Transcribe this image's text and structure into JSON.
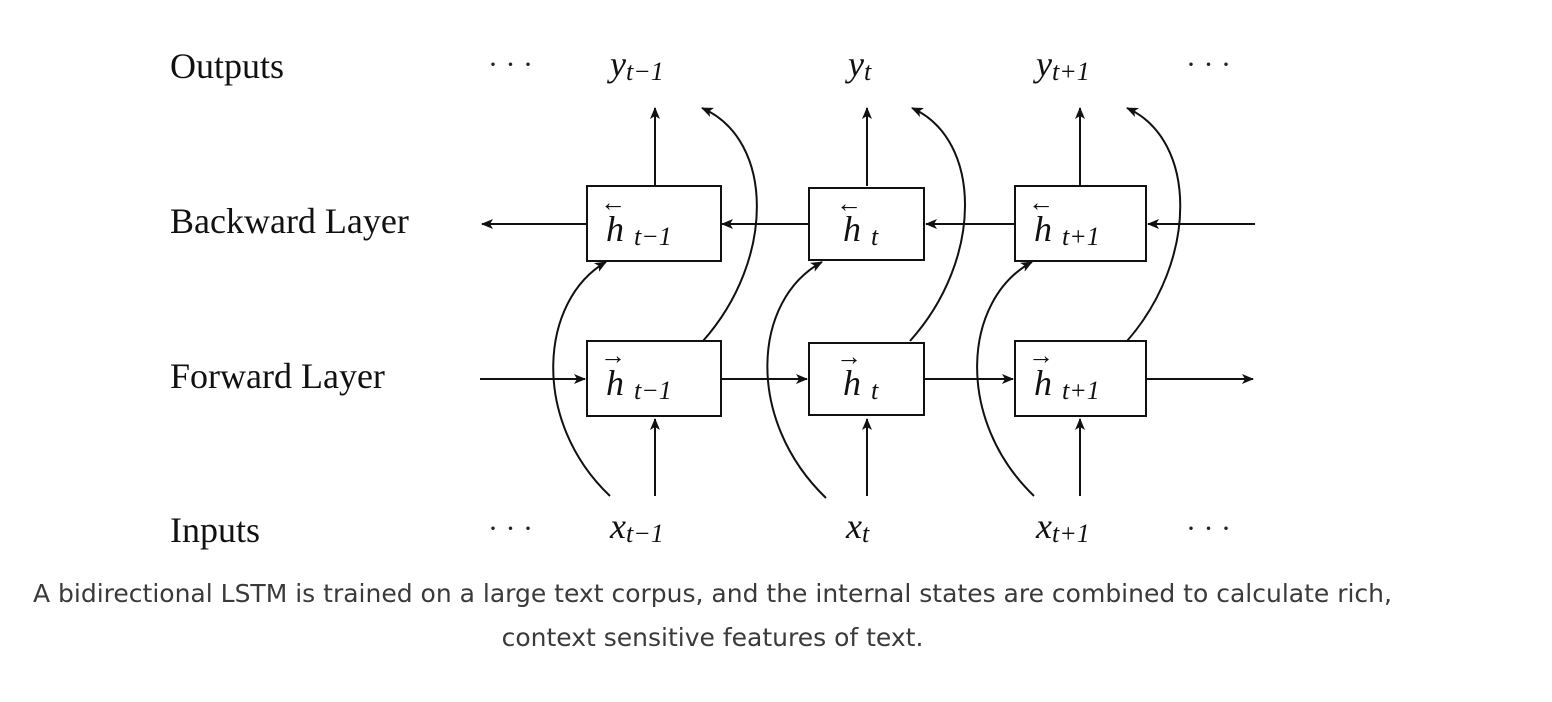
{
  "rows": {
    "outputs": "Outputs",
    "backward": "Backward Layer",
    "forward": "Forward Layer",
    "inputs": "Inputs"
  },
  "ellipsis": "· · ·",
  "outputs": [
    {
      "base": "y",
      "sub": "t−1"
    },
    {
      "base": "y",
      "sub": "t"
    },
    {
      "base": "y",
      "sub": "t+1"
    }
  ],
  "inputs": [
    {
      "base": "x",
      "sub": "t−1"
    },
    {
      "base": "x",
      "sub": "t"
    },
    {
      "base": "x",
      "sub": "t+1"
    }
  ],
  "backward_states": [
    {
      "base": "h",
      "arrow": "←",
      "sub": "t−1"
    },
    {
      "base": "h",
      "arrow": "←",
      "sub": "t"
    },
    {
      "base": "h",
      "arrow": "←",
      "sub": "t+1"
    }
  ],
  "forward_states": [
    {
      "base": "h",
      "arrow": "→",
      "sub": "t−1"
    },
    {
      "base": "h",
      "arrow": "→",
      "sub": "t"
    },
    {
      "base": "h",
      "arrow": "→",
      "sub": "t+1"
    }
  ],
  "caption": {
    "line1": "A bidirectional LSTM is trained on a large text corpus, and the internal states are combined to calculate rich,",
    "line2": "context sensitive features of text."
  }
}
